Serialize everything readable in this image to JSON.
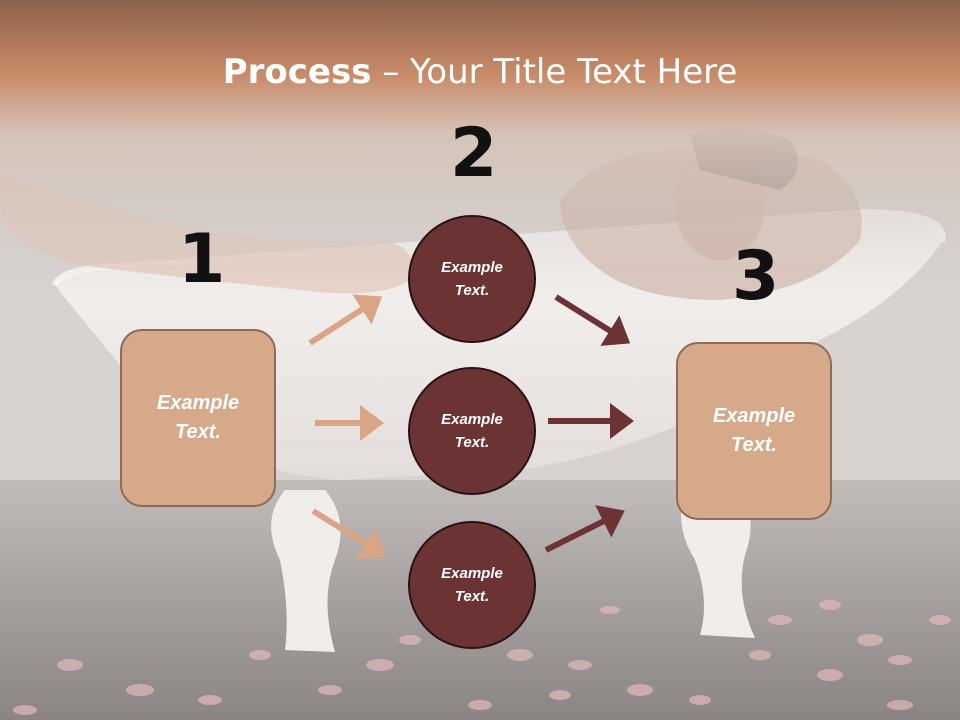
{
  "title": {
    "bold": "Process",
    "rest": " – Your Title Text Here"
  },
  "steps": {
    "n1": "1",
    "n2": "2",
    "n3": "3"
  },
  "left_box": {
    "line1": "Example",
    "line2": "Text."
  },
  "right_box": {
    "line1": "Example",
    "line2": "Text."
  },
  "circles": [
    {
      "line1": "Example",
      "line2": "Text."
    },
    {
      "line1": "Example",
      "line2": "Text."
    },
    {
      "line1": "Example",
      "line2": "Text."
    }
  ],
  "colors": {
    "header": "#b8805e",
    "box_fill": "#d6a98a",
    "circle_fill": "#6b3333",
    "arrow_light": "#d9a584",
    "arrow_dark": "#6b3333"
  }
}
